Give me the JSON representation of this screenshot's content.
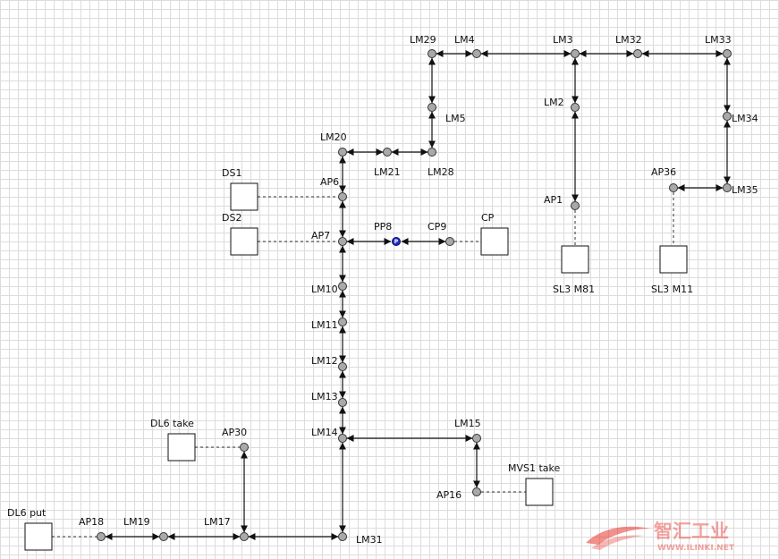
{
  "nodes": {
    "LM29": "LM29",
    "LM4": "LM4",
    "LM3": "LM3",
    "LM32": "LM32",
    "LM33": "LM33",
    "LM2": "LM2",
    "LM5": "LM5",
    "LM34": "LM34",
    "LM20": "LM20",
    "LM21": "LM21",
    "LM28": "LM28",
    "AP36": "AP36",
    "LM35": "LM35",
    "AP6": "AP6",
    "AP1": "AP1",
    "AP7": "AP7",
    "PP8": "PP8",
    "CP9": "CP9",
    "LM10": "LM10",
    "LM11": "LM11",
    "LM12": "LM12",
    "LM13": "LM13",
    "LM14": "LM14",
    "LM15": "LM15",
    "AP30": "AP30",
    "AP16": "AP16",
    "AP18": "AP18",
    "LM19": "LM19",
    "LM17": "LM17",
    "LM31": "LM31"
  },
  "pp_marker": "P",
  "stations": {
    "DS1": "DS1",
    "DS2": "DS2",
    "CP": "CP",
    "SL3M81": "SL3 M81",
    "SL3M11": "SL3 M11",
    "DL6take": "DL6 take",
    "MVS1take": "MVS1 take",
    "DL6put": "DL6 put"
  },
  "watermark": {
    "brand": "智汇工业",
    "url": "WWW.ILINKI.NET",
    "accent_color": "#e8342c"
  }
}
